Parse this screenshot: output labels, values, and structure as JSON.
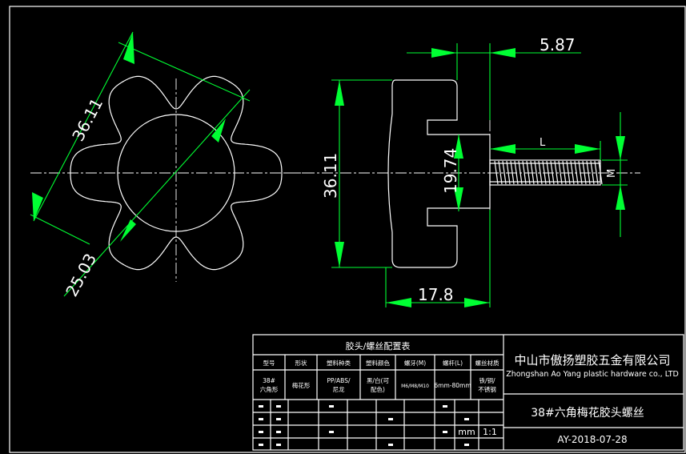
{
  "dimensions": {
    "overall_diameter": "36.11",
    "inner_diameter": "25.03",
    "side_height": "36.11",
    "hub_diameter": "19.74",
    "total_width": "17.8",
    "top_offset": "5.87",
    "length_symbol": "L",
    "thread_symbol": "M"
  },
  "table": {
    "title": "胶头/螺丝配置表",
    "headers": [
      "型号",
      "形状",
      "塑料种类",
      "塑料颜色",
      "螺牙(M)",
      "螺杆(L)",
      "螺丝材质"
    ],
    "values": [
      "38#\n六角形",
      "梅花形",
      "PP/ABS/\n尼龙",
      "黑/白(可\n配色)",
      "M6/M8/M10",
      "6mm-80mm",
      "铁/铜/\n不锈钢"
    ],
    "bottom_unit": "mm",
    "bottom_scale": "1:1"
  },
  "title_block": {
    "company_cn": "中山市傲扬塑胶五金有限公司",
    "company_en": "Zhongshan Ao Yang plastic hardware co., LTD",
    "part_name": "38#六角梅花胶头螺丝",
    "drawing_no": "AY-2018-07-28"
  }
}
